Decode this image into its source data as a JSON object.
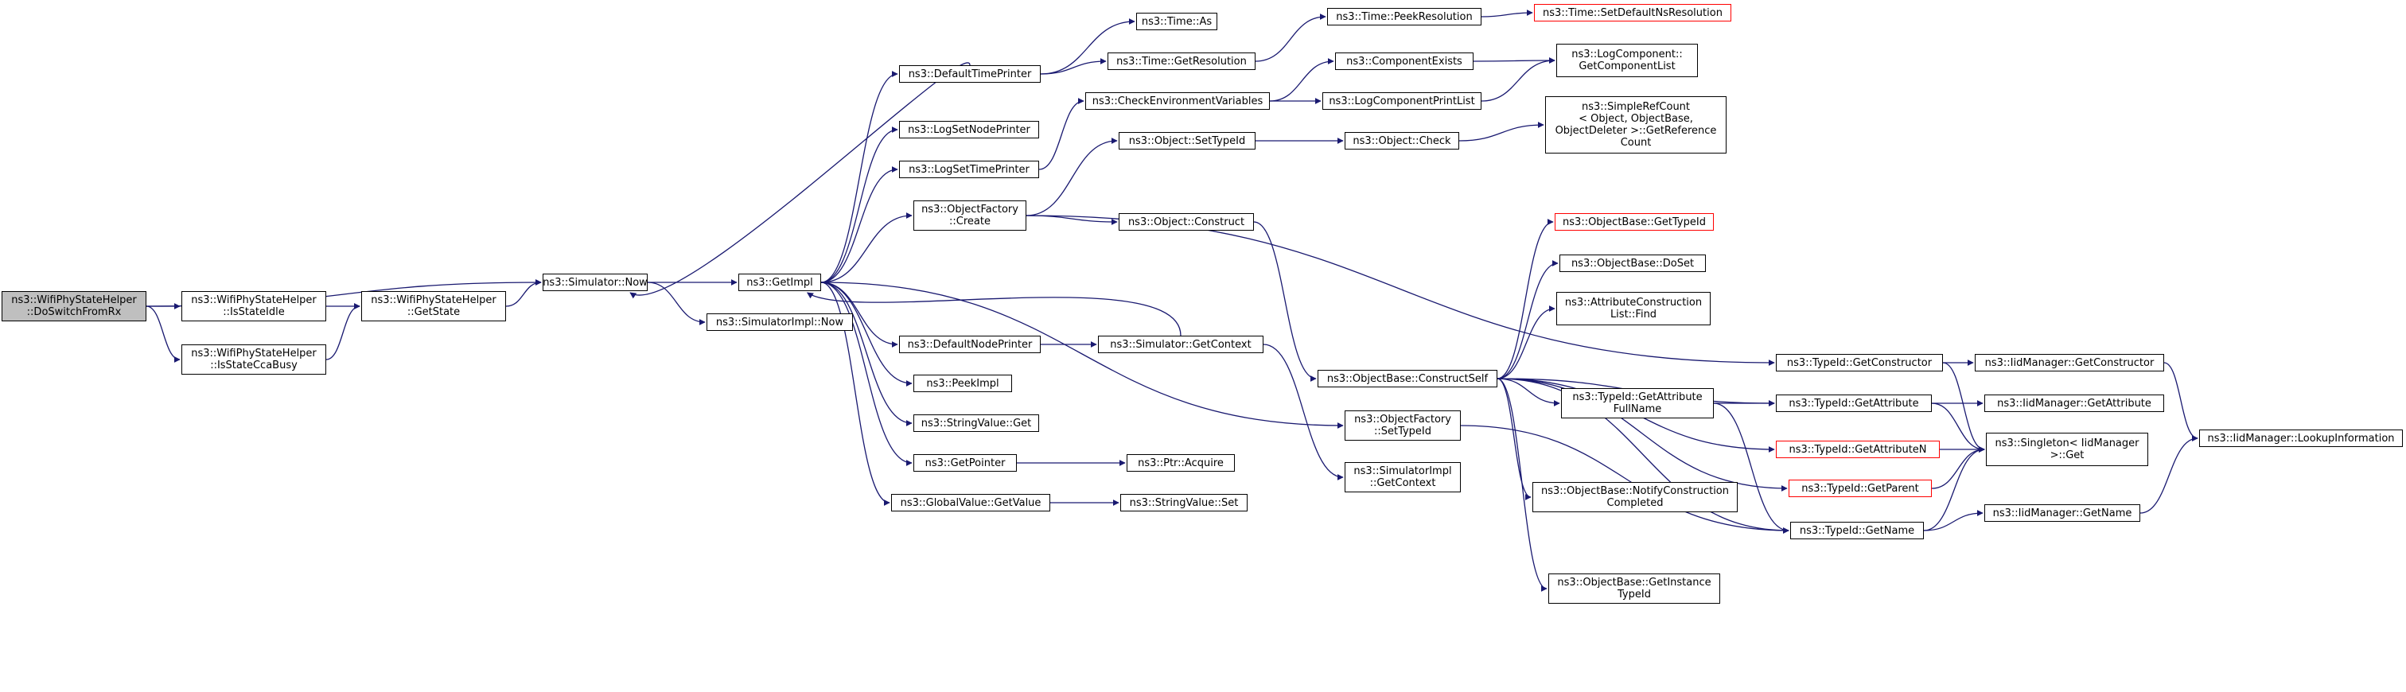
{
  "graph": {
    "title": "",
    "colors": {
      "edge": "#191970",
      "node_border": "#000000",
      "node_fill": "#ffffff",
      "root_fill": "#bfbfbf",
      "truncated_border": "#ff0000"
    },
    "nodes": [
      {
        "id": "root",
        "label": "ns3::WifiPhyStateHelper\n::DoSwitchFromRx",
        "style": "root"
      },
      {
        "id": "isidle",
        "label": "ns3::WifiPhyStateHelper\n::IsStateIdle",
        "style": "normal"
      },
      {
        "id": "isccabusy",
        "label": "ns3::WifiPhyStateHelper\n::IsStateCcaBusy",
        "style": "normal"
      },
      {
        "id": "getstate",
        "label": "ns3::WifiPhyStateHelper\n::GetState",
        "style": "normal"
      },
      {
        "id": "simnow",
        "label": "ns3::Simulator::Now",
        "style": "normal"
      },
      {
        "id": "getimpl",
        "label": "ns3::GetImpl",
        "style": "normal"
      },
      {
        "id": "simimplnow",
        "label": "ns3::SimulatorImpl::Now",
        "style": "normal"
      },
      {
        "id": "deftimeprinter",
        "label": "ns3::DefaultTimePrinter",
        "style": "normal"
      },
      {
        "id": "logsetnode",
        "label": "ns3::LogSetNodePrinter",
        "style": "normal"
      },
      {
        "id": "logsettime",
        "label": "ns3::LogSetTimePrinter",
        "style": "normal"
      },
      {
        "id": "objfactcreate",
        "label": "ns3::ObjectFactory\n::Create",
        "style": "normal"
      },
      {
        "id": "defnodeprinter",
        "label": "ns3::DefaultNodePrinter",
        "style": "normal"
      },
      {
        "id": "peekimpl",
        "label": "ns3::PeekImpl",
        "style": "normal"
      },
      {
        "id": "strvalget",
        "label": "ns3::StringValue::Get",
        "style": "normal"
      },
      {
        "id": "getpointer",
        "label": "ns3::GetPointer",
        "style": "normal"
      },
      {
        "id": "gvgetvalue",
        "label": "ns3::GlobalValue::GetValue",
        "style": "normal"
      },
      {
        "id": "timeas",
        "label": "ns3::Time::As",
        "style": "normal"
      },
      {
        "id": "timegetres",
        "label": "ns3::Time::GetResolution",
        "style": "normal"
      },
      {
        "id": "timepeekres",
        "label": "ns3::Time::PeekResolution",
        "style": "normal"
      },
      {
        "id": "timesetdef",
        "label": "ns3::Time::SetDefaultNsResolution",
        "style": "truncated"
      },
      {
        "id": "checkenv",
        "label": "ns3::CheckEnvironmentVariables",
        "style": "normal"
      },
      {
        "id": "compexists",
        "label": "ns3::ComponentExists",
        "style": "normal"
      },
      {
        "id": "logcompprint",
        "label": "ns3::LogComponentPrintList",
        "style": "normal"
      },
      {
        "id": "logcompgetlist",
        "label": "ns3::LogComponent::\nGetComponentList",
        "style": "normal"
      },
      {
        "id": "objsettypeid",
        "label": "ns3::Object::SetTypeId",
        "style": "normal"
      },
      {
        "id": "objcheck",
        "label": "ns3::Object::Check",
        "style": "normal"
      },
      {
        "id": "simplerefcount",
        "label": "ns3::SimpleRefCount\n< Object, ObjectBase,\n ObjectDeleter >::GetReference\nCount",
        "style": "normal"
      },
      {
        "id": "objconstruct",
        "label": "ns3::Object::Construct",
        "style": "normal"
      },
      {
        "id": "simgetcontext",
        "label": "ns3::Simulator::GetContext",
        "style": "normal"
      },
      {
        "id": "ptracquire",
        "label": "ns3::Ptr::Acquire",
        "style": "normal"
      },
      {
        "id": "strvalset",
        "label": "ns3::StringValue::Set",
        "style": "normal"
      },
      {
        "id": "objbasegettypeid",
        "label": "ns3::ObjectBase::GetTypeId",
        "style": "truncated"
      },
      {
        "id": "objbasedoset",
        "label": "ns3::ObjectBase::DoSet",
        "style": "normal"
      },
      {
        "id": "attrconstfind",
        "label": "ns3::AttributeConstruction\nList::Find",
        "style": "normal"
      },
      {
        "id": "constructself",
        "label": "ns3::ObjectBase::ConstructSelf",
        "style": "normal"
      },
      {
        "id": "objfactsettypeid",
        "label": "ns3::ObjectFactory\n::SetTypeId",
        "style": "normal"
      },
      {
        "id": "simimplgetcontext",
        "label": "ns3::SimulatorImpl\n::GetContext",
        "style": "normal"
      },
      {
        "id": "getattrfullname",
        "label": "ns3::TypeId::GetAttribute\nFullName",
        "style": "normal"
      },
      {
        "id": "notifyconst",
        "label": "ns3::ObjectBase::NotifyConstruction\nCompleted",
        "style": "normal"
      },
      {
        "id": "getinstancetypeid",
        "label": "ns3::ObjectBase::GetInstance\nTypeId",
        "style": "normal"
      },
      {
        "id": "typeidgetctor",
        "label": "ns3::TypeId::GetConstructor",
        "style": "normal"
      },
      {
        "id": "typeidgetattr",
        "label": "ns3::TypeId::GetAttribute",
        "style": "normal"
      },
      {
        "id": "typeidgetattrn",
        "label": "ns3::TypeId::GetAttributeN",
        "style": "truncated"
      },
      {
        "id": "typeidgetparent",
        "label": "ns3::TypeId::GetParent",
        "style": "truncated"
      },
      {
        "id": "typeidgetname",
        "label": "ns3::TypeId::GetName",
        "style": "normal"
      },
      {
        "id": "iidgetctor",
        "label": "ns3::IidManager::GetConstructor",
        "style": "normal"
      },
      {
        "id": "iidgetattr",
        "label": "ns3::IidManager::GetAttribute",
        "style": "normal"
      },
      {
        "id": "singletonget",
        "label": "ns3::Singleton< IidManager\n >::Get",
        "style": "normal"
      },
      {
        "id": "iidgetname",
        "label": "ns3::IidManager::GetName",
        "style": "normal"
      },
      {
        "id": "iidlookup",
        "label": "ns3::IidManager::LookupInformation",
        "style": "normal"
      }
    ],
    "edges": [
      [
        "root",
        "isidle"
      ],
      [
        "root",
        "isccabusy"
      ],
      [
        "root",
        "simnow"
      ],
      [
        "isidle",
        "getstate"
      ],
      [
        "isccabusy",
        "getstate"
      ],
      [
        "getstate",
        "simnow"
      ],
      [
        "simnow",
        "getimpl"
      ],
      [
        "simnow",
        "simimplnow"
      ],
      [
        "getimpl",
        "deftimeprinter"
      ],
      [
        "getimpl",
        "logsetnode"
      ],
      [
        "getimpl",
        "logsettime"
      ],
      [
        "getimpl",
        "objfactcreate"
      ],
      [
        "getimpl",
        "defnodeprinter"
      ],
      [
        "getimpl",
        "peekimpl"
      ],
      [
        "getimpl",
        "strvalget"
      ],
      [
        "getimpl",
        "getpointer"
      ],
      [
        "getimpl",
        "gvgetvalue"
      ],
      [
        "getimpl",
        "objfactsettypeid"
      ],
      [
        "deftimeprinter",
        "simnow"
      ],
      [
        "deftimeprinter",
        "timeas"
      ],
      [
        "deftimeprinter",
        "timegetres"
      ],
      [
        "timegetres",
        "timepeekres"
      ],
      [
        "timepeekres",
        "timesetdef"
      ],
      [
        "logsettime",
        "checkenv"
      ],
      [
        "checkenv",
        "compexists"
      ],
      [
        "checkenv",
        "logcompprint"
      ],
      [
        "compexists",
        "logcompgetlist"
      ],
      [
        "logcompprint",
        "logcompgetlist"
      ],
      [
        "objfactcreate",
        "objsettypeid"
      ],
      [
        "objfactcreate",
        "objconstruct"
      ],
      [
        "objfactcreate",
        "typeidgetctor"
      ],
      [
        "objsettypeid",
        "objcheck"
      ],
      [
        "objcheck",
        "simplerefcount"
      ],
      [
        "objconstruct",
        "constructself"
      ],
      [
        "defnodeprinter",
        "simgetcontext"
      ],
      [
        "simgetcontext",
        "getimpl"
      ],
      [
        "simgetcontext",
        "simimplgetcontext"
      ],
      [
        "getpointer",
        "ptracquire"
      ],
      [
        "gvgetvalue",
        "strvalset"
      ],
      [
        "constructself",
        "objbasegettypeid"
      ],
      [
        "constructself",
        "objbasedoset"
      ],
      [
        "constructself",
        "attrconstfind"
      ],
      [
        "constructself",
        "getattrfullname"
      ],
      [
        "constructself",
        "notifyconst"
      ],
      [
        "constructself",
        "getinstancetypeid"
      ],
      [
        "constructself",
        "typeidgetattr"
      ],
      [
        "constructself",
        "typeidgetattrn"
      ],
      [
        "constructself",
        "typeidgetparent"
      ],
      [
        "constructself",
        "typeidgetname"
      ],
      [
        "objfactsettypeid",
        "typeidgetname"
      ],
      [
        "getattrfullname",
        "typeidgetattr"
      ],
      [
        "getattrfullname",
        "typeidgetname"
      ],
      [
        "typeidgetctor",
        "iidgetctor"
      ],
      [
        "typeidgetctor",
        "singletonget"
      ],
      [
        "typeidgetattr",
        "iidgetattr"
      ],
      [
        "typeidgetattr",
        "singletonget"
      ],
      [
        "typeidgetattrn",
        "singletonget"
      ],
      [
        "typeidgetparent",
        "singletonget"
      ],
      [
        "typeidgetname",
        "singletonget"
      ],
      [
        "typeidgetname",
        "iidgetname"
      ],
      [
        "iidgetctor",
        "iidlookup"
      ],
      [
        "iidgetname",
        "iidlookup"
      ]
    ]
  }
}
